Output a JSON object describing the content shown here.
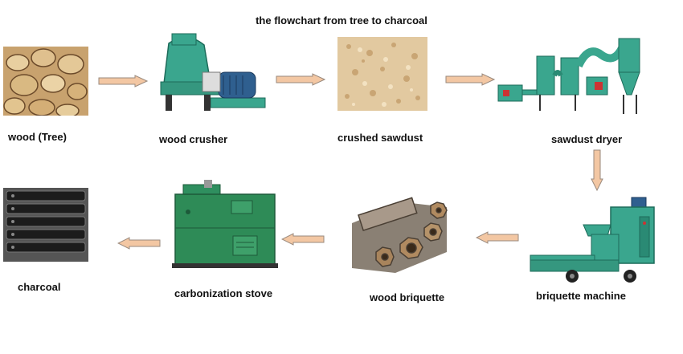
{
  "title": "the flowchart from tree to charcoal",
  "steps": {
    "wood": "wood (Tree)",
    "wood_crusher": "wood crusher",
    "crushed_sawdust": "crushed sawdust",
    "sawdust_dryer": "sawdust dryer",
    "briquette_machine": "briquette machine",
    "wood_briquette": "wood briquette",
    "carbonization_stove": "carbonization stove",
    "charcoal": "charcoal"
  },
  "colors": {
    "machine_green": "#3aa68e",
    "arrow_fill": "#f3c7a3",
    "arrow_stroke": "#9a8a7e"
  }
}
